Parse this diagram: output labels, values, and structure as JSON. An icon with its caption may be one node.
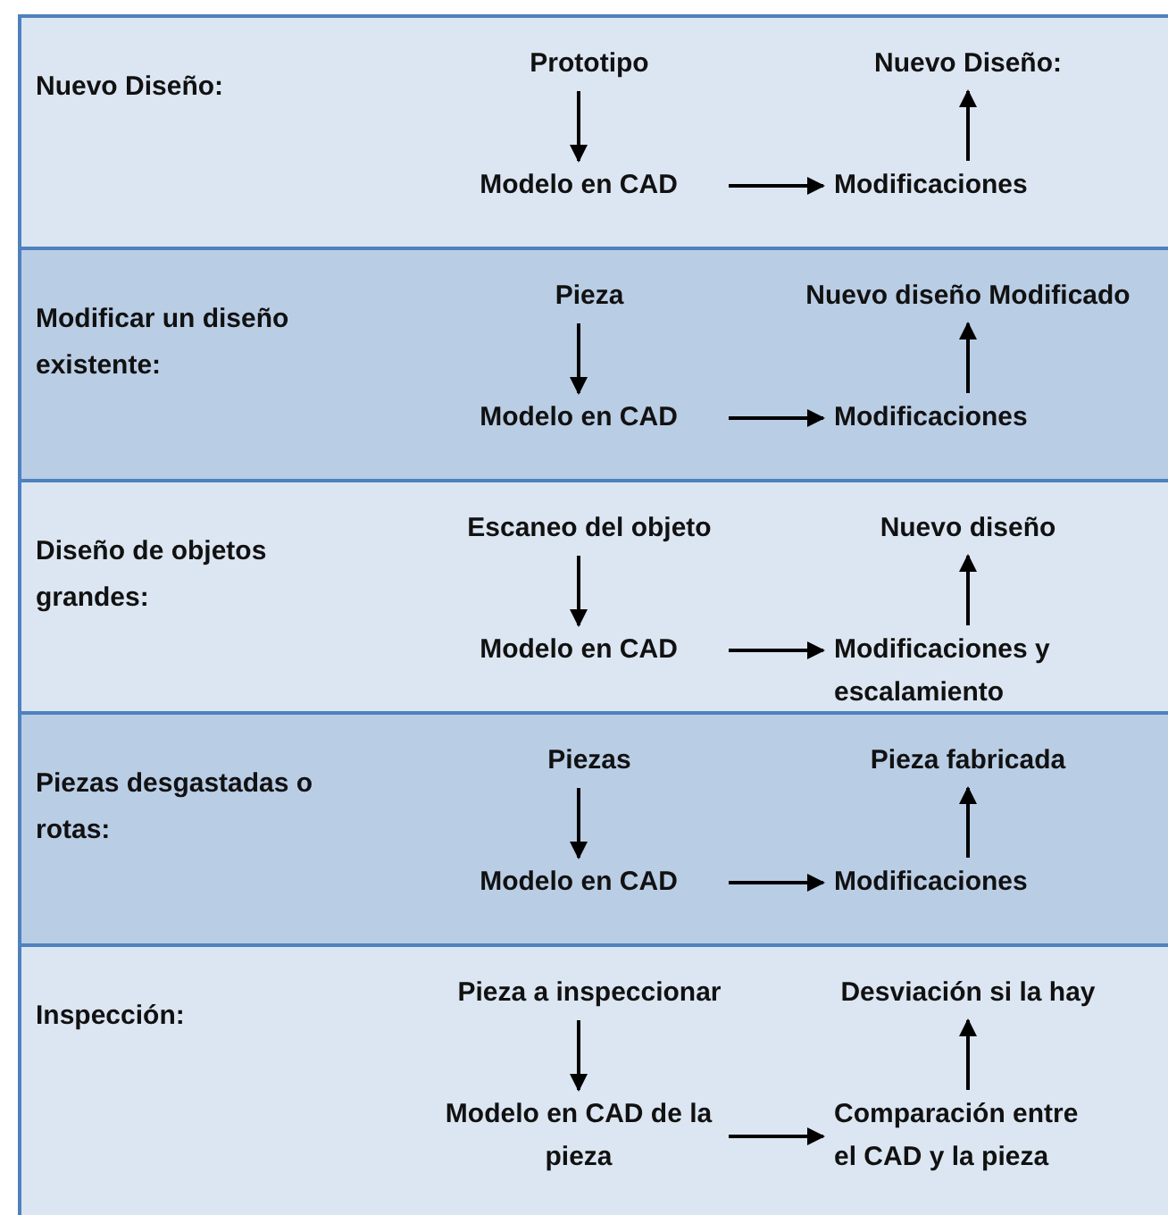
{
  "diagram": {
    "nodes": [
      {
        "text": [
          "Nuevo Diseño:"
        ]
      },
      {
        "text": [
          "Prototipo"
        ],
        "in": 0
      },
      {
        "text": [
          "Modelo en CAD"
        ],
        "in": 0
      },
      {
        "text": [
          "Modificaciones"
        ],
        "in": 0
      },
      {
        "text": [
          "Nuevo Diseño:"
        ],
        "in": 0
      },
      {
        "text": [
          "Modificar un diseño existente:"
        ]
      },
      {
        "text": [
          "Pieza"
        ],
        "in": 5
      },
      {
        "text": [
          "Modelo en CAD"
        ],
        "in": 5
      },
      {
        "text": [
          "Modificaciones"
        ],
        "in": 5
      },
      {
        "text": [
          "Nuevo diseño Modificado"
        ],
        "in": 5
      },
      {
        "text": [
          "Diseño de objetos grandes:"
        ]
      },
      {
        "text": [
          "Escaneo del objeto"
        ],
        "in": 10
      },
      {
        "text": [
          "Modelo en CAD"
        ],
        "in": 10
      },
      {
        "text": [
          "Modificaciones y escalamiento"
        ],
        "in": 10
      },
      {
        "text": [
          "Nuevo diseño"
        ],
        "in": 10
      },
      {
        "text": [
          "Piezas desgastadas o rotas:"
        ]
      },
      {
        "text": [
          "Piezas"
        ],
        "in": 15
      },
      {
        "text": [
          "Modelo en CAD"
        ],
        "in": 15
      },
      {
        "text": [
          "Modificaciones"
        ],
        "in": 15
      },
      {
        "text": [
          "Pieza fabricada"
        ],
        "in": 15
      },
      {
        "text": [
          "Inspección:"
        ]
      },
      {
        "text": [
          "Pieza a inspeccionar"
        ],
        "in": 20
      },
      {
        "text": [
          "Modelo en CAD de la pieza"
        ],
        "in": 20
      },
      {
        "text": [
          "Comparación entre el CAD y la pieza"
        ],
        "in": 20
      },
      {
        "text": [
          "Desviación si la hay"
        ],
        "in": 20
      }
    ],
    "edges": [
      {
        "from": 1,
        "to": 2,
        "arrow": "to"
      },
      {
        "from": 2,
        "to": 3,
        "arrow": "to"
      },
      {
        "from": 3,
        "to": 4,
        "arrow": "to"
      },
      {
        "from": 6,
        "to": 7,
        "arrow": "to"
      },
      {
        "from": 7,
        "to": 8,
        "arrow": "to"
      },
      {
        "from": 8,
        "to": 9,
        "arrow": "to"
      },
      {
        "from": 11,
        "to": 12,
        "arrow": "to"
      },
      {
        "from": 12,
        "to": 13,
        "arrow": "to"
      },
      {
        "from": 13,
        "to": 14,
        "arrow": "to"
      },
      {
        "from": 16,
        "to": 17,
        "arrow": "to"
      },
      {
        "from": 17,
        "to": 18,
        "arrow": "to"
      },
      {
        "from": 18,
        "to": 19,
        "arrow": "to"
      },
      {
        "from": 21,
        "to": 22,
        "arrow": "to"
      },
      {
        "from": 22,
        "to": 23,
        "arrow": "to"
      },
      {
        "from": 23,
        "to": 24,
        "arrow": "to"
      }
    ]
  }
}
